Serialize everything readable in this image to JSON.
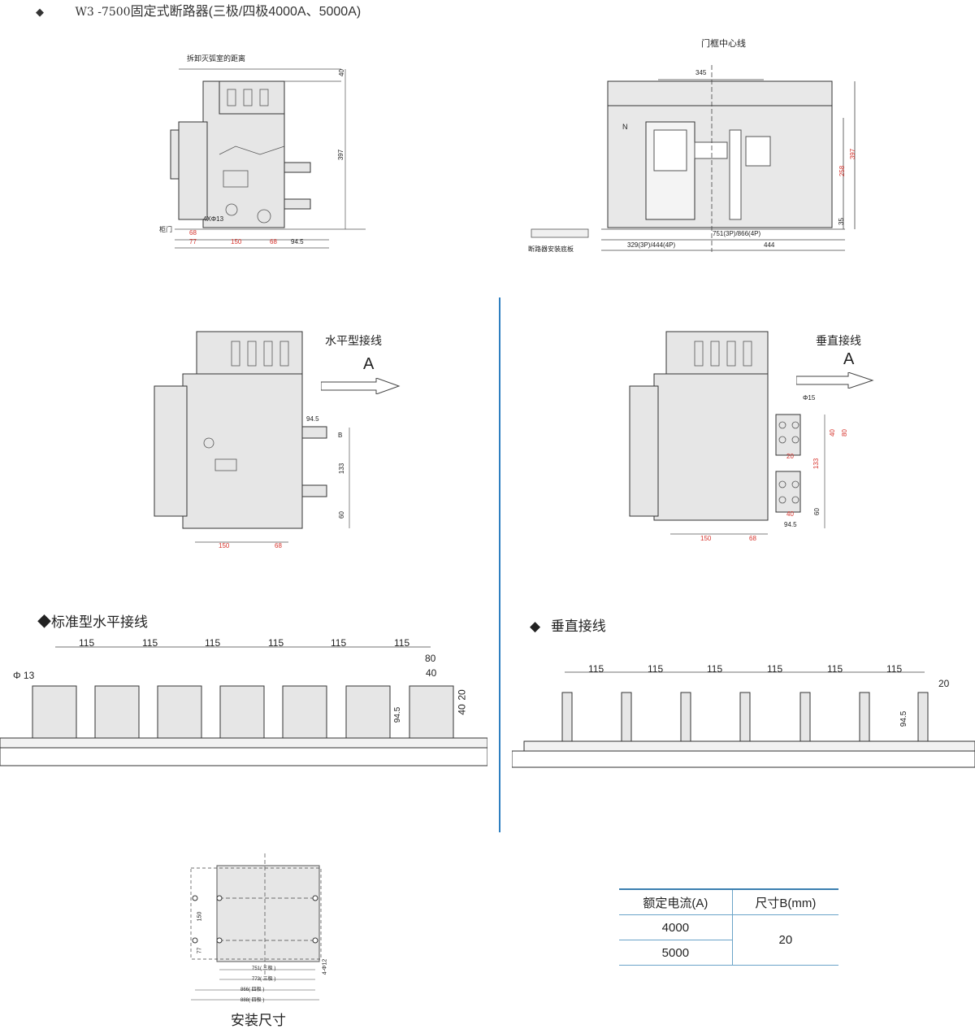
{
  "header": {
    "bullet": "◆",
    "model": "W3 -7500",
    "title": "固定式断路器(三极/四极4000A、5000A)"
  },
  "top_side": {
    "label_arc": "拆卸灭弧室的距离",
    "label_door": "柜门",
    "dim_40": "40",
    "dim_397": "397",
    "dim_4x13": "4XΦ13",
    "dim_68a": "68",
    "dim_77": "77",
    "dim_150": "150",
    "dim_68b": "68",
    "dim_945": "94.5"
  },
  "top_front": {
    "label_center": "门框中心线",
    "label_plate": "断路器安装底板",
    "label_n": "N",
    "dim_345": "345",
    "dim_751": "751(3P)/866(4P)",
    "dim_329": "329(3P)/444(4P)",
    "dim_444": "444",
    "dim_258": "258",
    "dim_397": "397",
    "dim_35": "35"
  },
  "mid_left": {
    "title": "水平型接线",
    "arrow": "A",
    "dim_945": "94.5",
    "dim_b": "B",
    "dim_133": "133",
    "dim_60": "60",
    "dim_150": "150",
    "dim_68": "68"
  },
  "mid_right": {
    "title": "垂直接线",
    "arrow": "A",
    "dim_15": "Φ15",
    "dim_40a": "40",
    "dim_80": "80",
    "dim_20": "20",
    "dim_133": "133",
    "dim_40b": "40",
    "dim_60": "60",
    "dim_945": "94.5",
    "dim_150": "150",
    "dim_68": "68"
  },
  "sections": {
    "horizontal": {
      "bullet": "◆",
      "title": "标准型水平接线"
    },
    "vertical": {
      "bullet": "◆",
      "title": "垂直接线"
    }
  },
  "horizontal_bus": {
    "spacings": [
      "115",
      "115",
      "115",
      "115",
      "115",
      "115"
    ],
    "dim_hole": "Φ 13",
    "dim_80": "80",
    "dim_40": "40",
    "dim_20": "20",
    "dim_40v": "40",
    "dim_945": "94.5"
  },
  "vertical_bus": {
    "spacings": [
      "115",
      "115",
      "115",
      "115",
      "115",
      "115"
    ],
    "dim_20": "20",
    "dim_945": "94.5"
  },
  "mounting": {
    "caption": "安装尺寸",
    "dim_150": "150",
    "dim_77": "77",
    "dim_holes": "4-Φ12",
    "dim_751": "751( 三极 )",
    "dim_773": "773( 三极 )",
    "dim_866": "866( 四极 )",
    "dim_888": "888( 四极 )"
  },
  "table": {
    "headers": [
      "额定电流(A)",
      "尺寸B(mm)"
    ],
    "rows": [
      [
        "4000",
        "20"
      ],
      [
        "5000",
        ""
      ]
    ]
  },
  "colors": {
    "divider": "#2e7fc0",
    "body_fill": "#e8e8e8",
    "dim_red": "#d6332c",
    "table_line": "#3b7fb0"
  }
}
